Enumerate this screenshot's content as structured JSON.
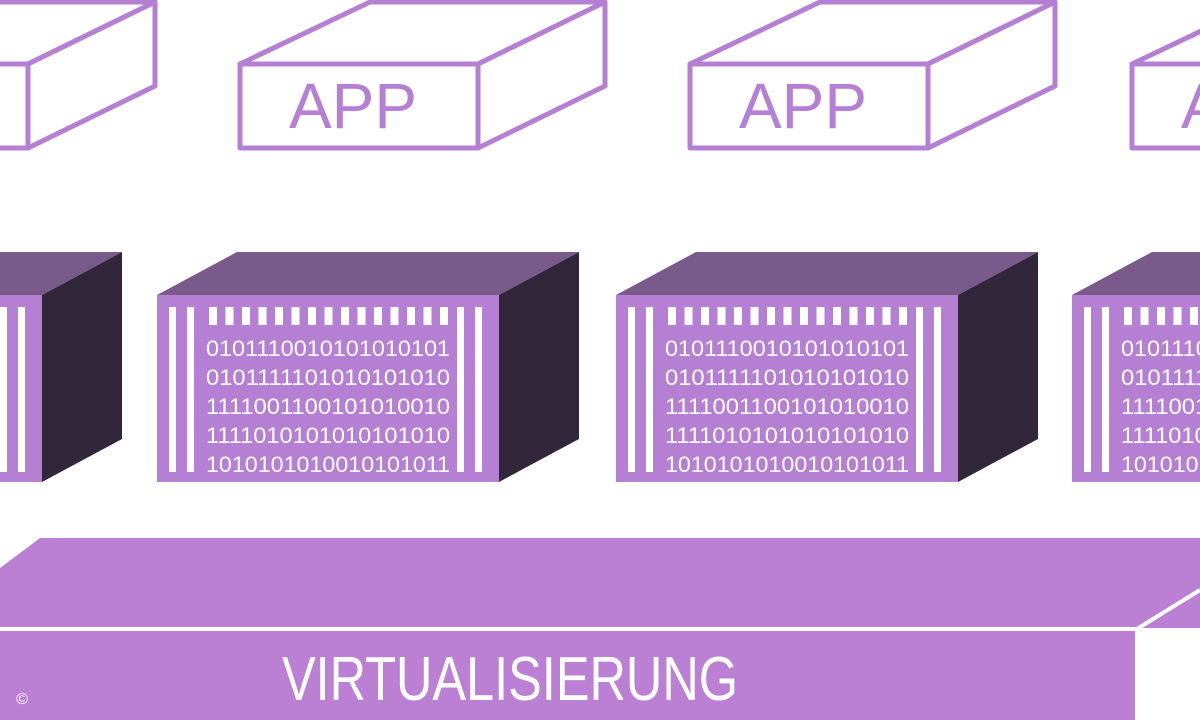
{
  "diagram": {
    "colors": {
      "accent": "#b57fd3",
      "base_fill": "#bb80d4",
      "box_top": "#7a5a8b",
      "box_side": "#32263a",
      "background": "#ffffff",
      "text_light": "#ffffff"
    },
    "app_boxes": [
      {
        "label": "APP"
      },
      {
        "label": "APP"
      },
      {
        "label": "APP"
      },
      {
        "label": "APP"
      }
    ],
    "binary_lines": [
      "0101110010101010101",
      "0101111101010101010",
      "1111001100101010010",
      "1111010101010101010",
      "1010101010010101011"
    ],
    "base_label": "VIRTUALISIERUNG",
    "copyright": "©"
  }
}
